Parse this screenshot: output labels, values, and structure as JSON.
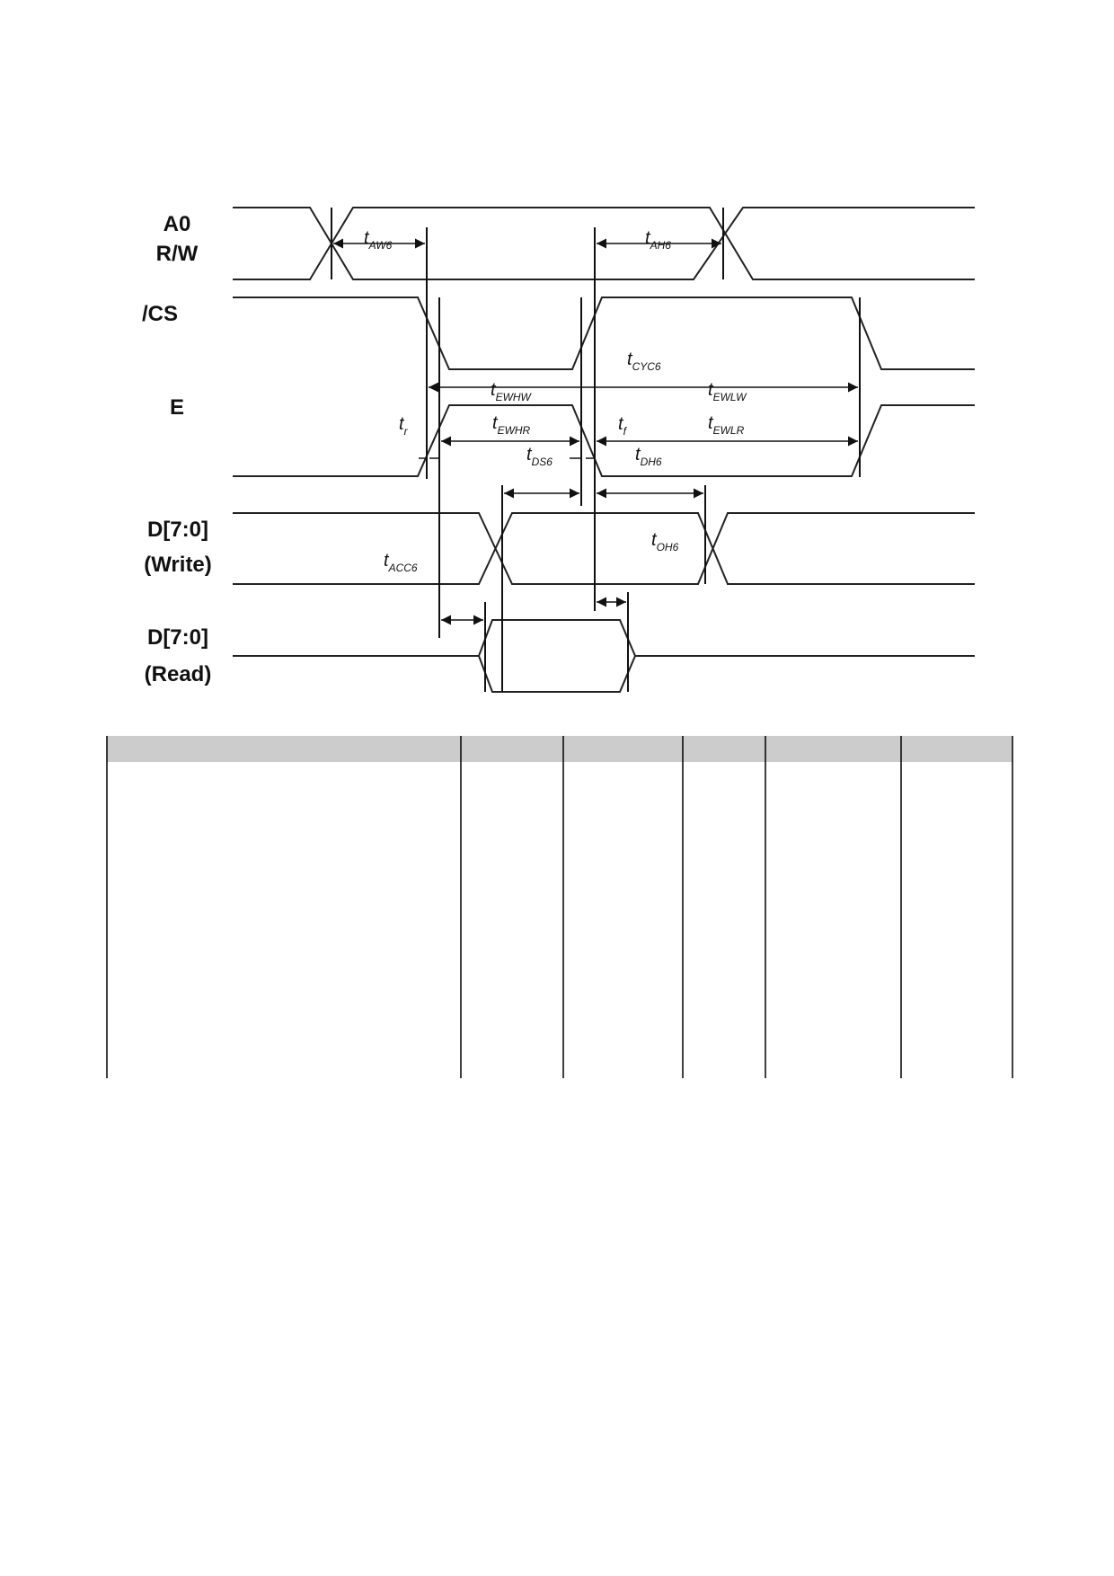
{
  "signals": {
    "a0": "A0",
    "rw": "R/W",
    "cs": "/CS",
    "e": "E",
    "d_write_1": "D[7:0]",
    "d_write_2": "(Write)",
    "d_read_1": "D[7:0]",
    "d_read_2": "(Read)"
  },
  "timings": {
    "taw6": {
      "t": "t",
      "sub": "AW6"
    },
    "tah6": {
      "t": "t",
      "sub": "AH6"
    },
    "tcyc6": {
      "t": "t",
      "sub": "CYC6"
    },
    "tewhw": {
      "t": "t",
      "sub": "EWHW"
    },
    "tewhr": {
      "t": "t",
      "sub": "EWHR"
    },
    "tewlw": {
      "t": "t",
      "sub": "EWLW"
    },
    "tewlr": {
      "t": "t",
      "sub": "EWLR"
    },
    "tr": {
      "t": "t",
      "sub": "r"
    },
    "tf": {
      "t": "t",
      "sub": "f"
    },
    "tds6": {
      "t": "t",
      "sub": "DS6"
    },
    "tdh6": {
      "t": "t",
      "sub": "DH6"
    },
    "tacc6": {
      "t": "t",
      "sub": "ACC6"
    },
    "toh6": {
      "t": "t",
      "sub": "OH6"
    }
  },
  "colors": {
    "table_header": "#cccccc",
    "line": "#222222"
  }
}
